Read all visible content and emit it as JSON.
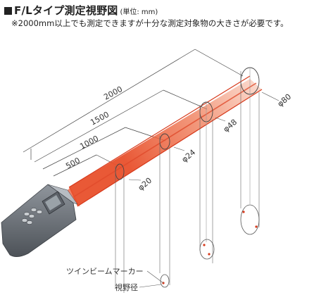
{
  "header": {
    "title": "F/Lタイプ測定視野図",
    "unit": "(単位: mm)",
    "note": "※2000mm以上でも測定できますが十分な測定対象物の大きさが必要です。"
  },
  "distances": [
    "2000",
    "1500",
    "1000",
    "500"
  ],
  "diameters": [
    "φ80",
    "φ48",
    "φ24",
    "φ20"
  ],
  "legend": {
    "twin_beam_marker": "ツインビームマーカー",
    "field_diameter": "視野径"
  },
  "colors": {
    "beam": "#e8502c",
    "beam_light": "#f6b499",
    "ruler": "#444444"
  }
}
